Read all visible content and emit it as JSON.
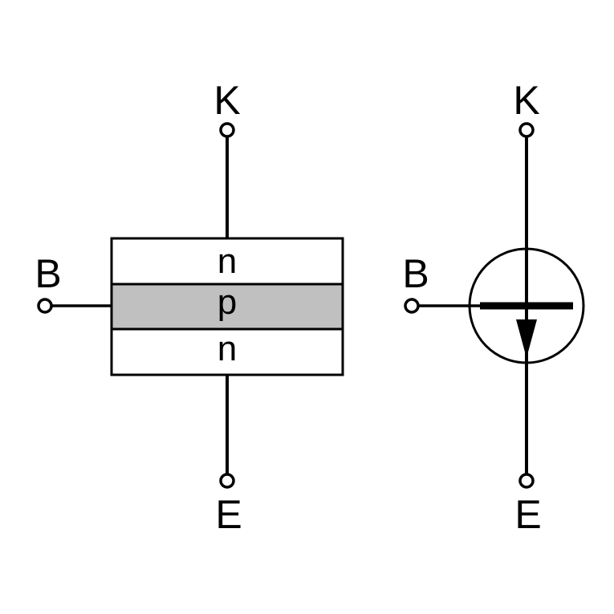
{
  "left_structure": {
    "terminals": {
      "top": "K",
      "bottom": "E",
      "side": "B"
    },
    "layers": [
      {
        "label": "n",
        "fill": "#ffffff"
      },
      {
        "label": "p",
        "fill": "#c0c0c0"
      },
      {
        "label": "n",
        "fill": "#ffffff"
      }
    ]
  },
  "right_symbol": {
    "terminals": {
      "top": "K",
      "bottom": "E",
      "side": "B"
    }
  },
  "colors": {
    "stroke": "#000000",
    "p_layer": "#c0c0c0",
    "background": "#ffffff"
  }
}
